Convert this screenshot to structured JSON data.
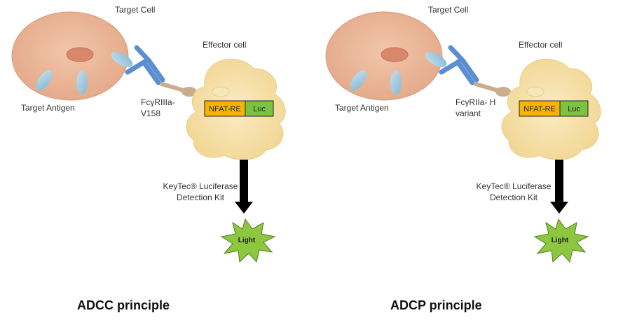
{
  "panels": [
    {
      "id": "adcc",
      "target_cell_label": "Target Cell",
      "target_antigen_label": "Target Antigen",
      "effector_cell_label": "Effector cell",
      "receptor_label_line1": "FcγRIIIa-",
      "receptor_label_line2": "V158",
      "box_nfat": "NFAT-RE",
      "box_luc": "Luc",
      "kit_label_line1": "KeyTec® Luciferase",
      "kit_label_line2": "Detection Kit",
      "light_label": "Light",
      "principle_title": "ADCC principle"
    },
    {
      "id": "adcp",
      "target_cell_label": "Target Cell",
      "target_antigen_label": "Target Antigen",
      "effector_cell_label": "Effector cell",
      "receptor_label_line1": "FcγRIIa- H",
      "receptor_label_line2": "variant",
      "box_nfat": "NFAT-RE",
      "box_luc": "Luc",
      "kit_label_line1": "KeyTec® Luciferase",
      "kit_label_line2": "Detection Kit",
      "light_label": "Light",
      "principle_title": "ADCP principle"
    }
  ],
  "colors": {
    "target_cell": "#eab393",
    "nucleus": "#d9876a",
    "antigen": "#9fc8dc",
    "antibody": "#5b8fd1",
    "receptor": "#c9ad8d",
    "effector_cell": "#f6dfa6",
    "nfat_box": "#f5b400",
    "luc_box": "#7dc243",
    "arrow": "#000000",
    "light_star": "#8dc63f"
  }
}
